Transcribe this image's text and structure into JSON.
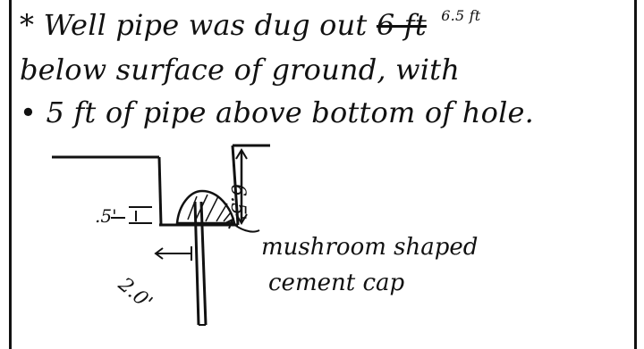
{
  "note": {
    "line1_prefix": "* Well pipe was dug out",
    "line1_strikeout": "6 ft",
    "line1_correction": "6.5 ft",
    "line2": "below surface of ground, with",
    "line3": "• 5 ft of pipe above bottom of hole."
  },
  "diagram": {
    "depth_label": "6.5'",
    "small_height_label": ".5'",
    "pipe_length_label": "2.0'",
    "cap_label_line1": "mushroom shaped",
    "cap_label_line2": "cement cap"
  },
  "colors": {
    "ink": "#111111",
    "paper": "#ffffff"
  }
}
